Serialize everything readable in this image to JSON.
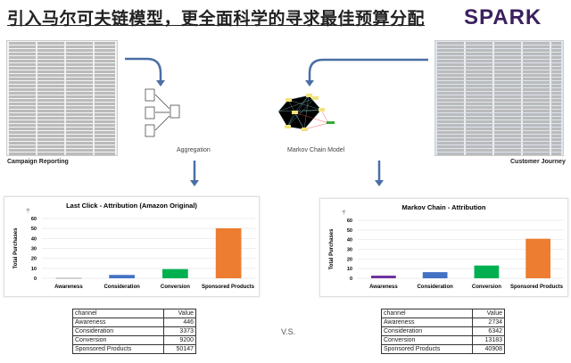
{
  "title": "引入马尔可夫链模型，更全面科学的寻求最佳预算分配",
  "logo": "SPARK",
  "left_caption": "Campaign Reporting",
  "right_caption": "Customer Journey",
  "aggregation_label": "Aggregation",
  "markov_label": "Markov Chain Model",
  "vs": "V.S.",
  "colors": {
    "awareness_last": "#a6a6a6",
    "awareness_markov": "#7030a0",
    "consideration": "#4472c4",
    "conversion": "#00b050",
    "sponsored": "#ed7d31",
    "arrow": "#4a6fa5"
  },
  "chart_data": [
    {
      "type": "bar",
      "title": "Last Click - Attribution (Amazon Original)",
      "ylabel": "Total Purchases",
      "yunit": "千",
      "ylim": [
        0,
        60
      ],
      "yticks": [
        0,
        10,
        20,
        30,
        40,
        50,
        60
      ],
      "grid": true,
      "categories": [
        "Awareness",
        "Consideration",
        "Conversion",
        "Sponsored Products"
      ],
      "values": [
        0.446,
        3.373,
        9.2,
        50.147
      ],
      "colors": [
        "#a6a6a6",
        "#4472c4",
        "#00b050",
        "#ed7d31"
      ]
    },
    {
      "type": "bar",
      "title": "Markov Chain - Attribution",
      "ylabel": "Total Purchases",
      "yunit": "千",
      "ylim": [
        0,
        60
      ],
      "yticks": [
        0,
        10,
        20,
        30,
        40,
        50,
        60
      ],
      "grid": true,
      "categories": [
        "Awareness",
        "Consideration",
        "Conversion",
        "Sponsored Products"
      ],
      "values": [
        2.734,
        6.342,
        13.183,
        40.908
      ],
      "colors": [
        "#7030a0",
        "#4472c4",
        "#00b050",
        "#ed7d31"
      ]
    }
  ],
  "tables": [
    {
      "header": [
        "channel",
        "Value"
      ],
      "rows": [
        [
          "Awareness",
          "446"
        ],
        [
          "Consideration",
          "3373"
        ],
        [
          "Conversion",
          "9200"
        ],
        [
          "Sponsored Products",
          "50147"
        ]
      ]
    },
    {
      "header": [
        "channel",
        "Value"
      ],
      "rows": [
        [
          "Awareness",
          "2734"
        ],
        [
          "Consideration",
          "6342"
        ],
        [
          "Conversion",
          "13183"
        ],
        [
          "Sponsored Products",
          "40908"
        ]
      ]
    }
  ]
}
